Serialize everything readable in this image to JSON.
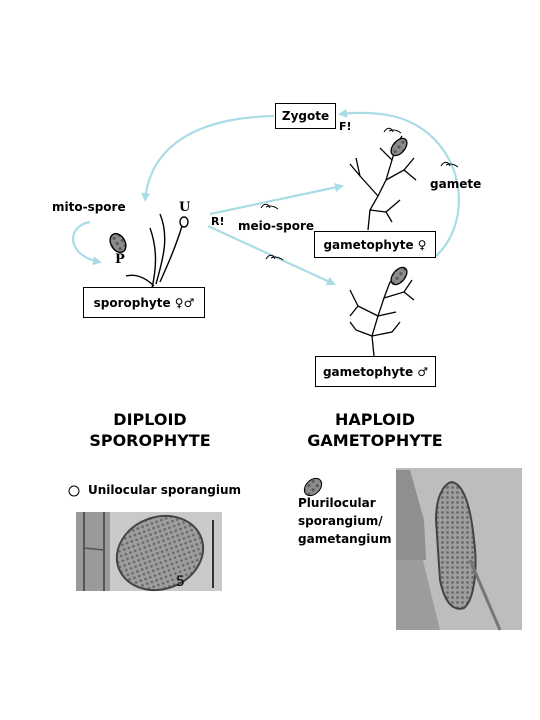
{
  "labels": {
    "zygote": "Zygote",
    "f_mark": "F!",
    "r_mark": "R!",
    "gamete": "gamete",
    "mito_spore": "mito-spore",
    "meio_spore": "meio-spore",
    "u_mark": "U",
    "p_mark": "P",
    "sporophyte": "sporophyte ♀♂",
    "gametophyte_female": "gametophyte ♀",
    "gametophyte_male": "gametophyte ♂"
  },
  "headings": {
    "diploid_line1": "DIPLOID",
    "diploid_line2": "SPOROPHYTE",
    "haploid_line1": "HAPLOID",
    "haploid_line2": "GAMETOPHYTE"
  },
  "legend": {
    "unilocular": "Unilocular sporangium",
    "plurilocular_line1": "Plurilocular",
    "plurilocular_line2": "sporangium/",
    "plurilocular_line3": "gametangium"
  },
  "photos": {
    "unilocular_caption": "5"
  },
  "colors": {
    "arrow": "#a9dde3",
    "box_border": "#000000",
    "photo_gray": "#9a9a9a"
  }
}
